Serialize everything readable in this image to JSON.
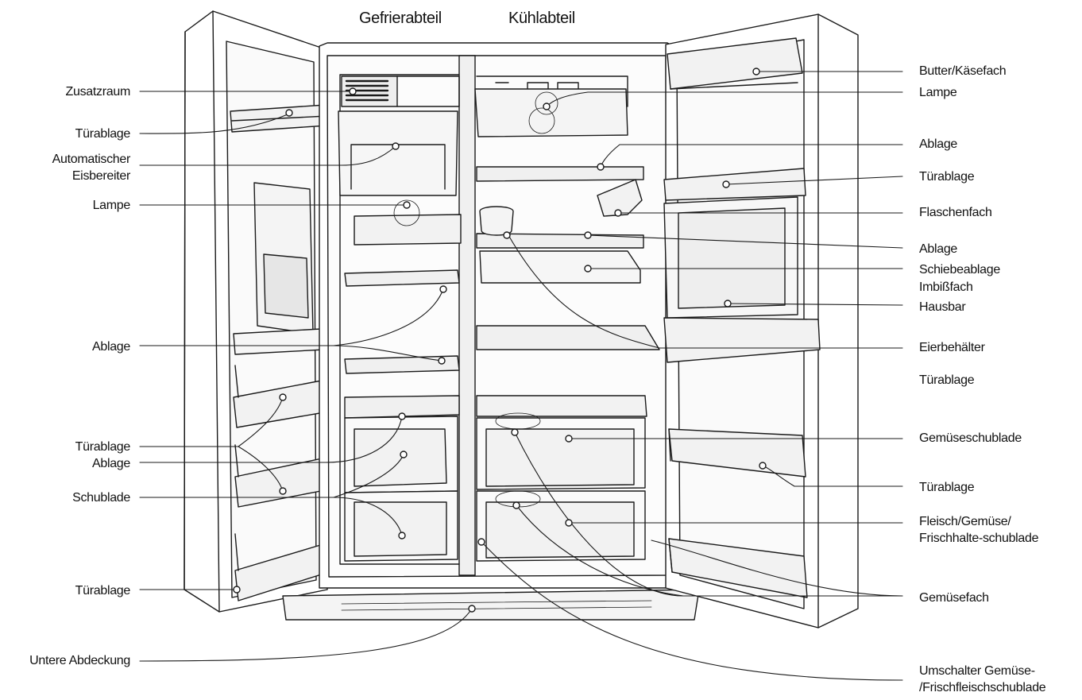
{
  "headers": {
    "freezer": "Gefrierabteil",
    "fridge": "Kühlabteil"
  },
  "labels_left": {
    "zusatzraum": "Zusatzraum",
    "turablage_1": "Türablage",
    "eisbereiter_1": "Automatischer",
    "eisbereiter_2": "Eisbereiter",
    "lampe": "Lampe",
    "ablage_1": "Ablage",
    "turablage_2": "Türablage",
    "ablage_2": "Ablage",
    "schublade": "Schublade",
    "turablage_3": "Türablage",
    "untere_abdeckung": "Untere Abdeckung"
  },
  "labels_right": {
    "butter": "Butter/Käsefach",
    "lampe": "Lampe",
    "ablage_1": "Ablage",
    "turablage_1": "Türablage",
    "flaschenfach": "Flaschenfach",
    "ablage_2": "Ablage",
    "schiebeablage": "Schiebeablage",
    "imbissfach": "Imbißfach",
    "hausbar": "Hausbar",
    "eierbehalter": "Eierbehälter",
    "turablage_2": "Türablage",
    "gemuseschublade": "Gemüseschublade",
    "turablage_3": "Türablage",
    "fleisch_1": "Fleisch/Gemüse/",
    "fleisch_2": "Frischhalte-schublade",
    "gemusefach": "Gemüsefach",
    "umschalter_1": "Umschalter Gemüse-",
    "umschalter_2": "/Frischfleischschublade"
  }
}
